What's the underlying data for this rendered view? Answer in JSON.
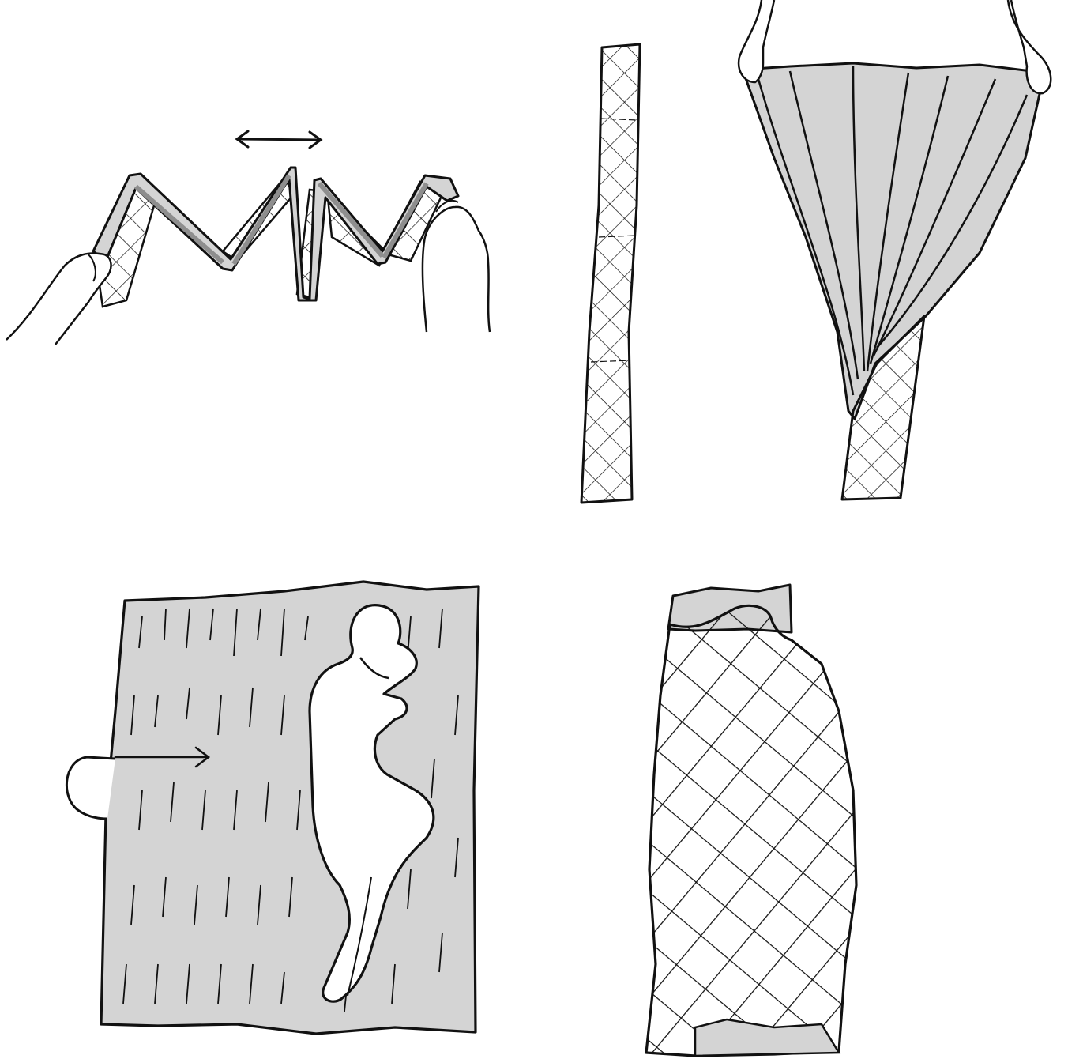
{
  "title": "",
  "panels": [
    {
      "id": "accordion-fold",
      "description_visible": false
    },
    {
      "id": "folded-strip",
      "description_visible": false
    },
    {
      "id": "gather-and-lift",
      "description_visible": false
    },
    {
      "id": "person-on-blanket",
      "description_visible": false
    },
    {
      "id": "wrapped-bundle",
      "description_visible": false
    }
  ],
  "colors": {
    "ink": "#111111",
    "fill_gray": "#d4d4d4",
    "dark_gray": "#8e8e8e",
    "paper": "#ffffff"
  }
}
